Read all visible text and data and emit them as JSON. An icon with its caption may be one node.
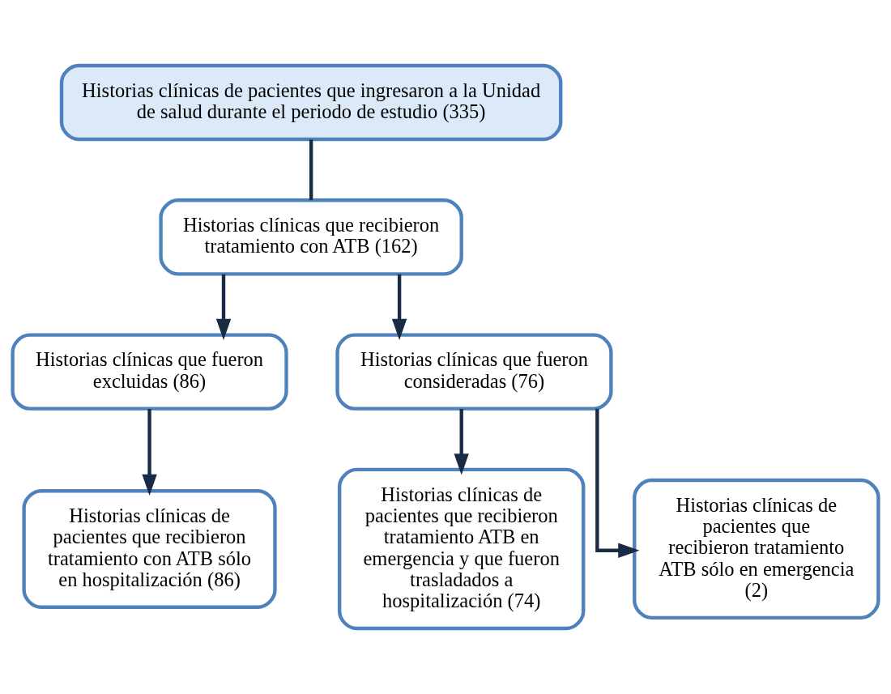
{
  "diagram": {
    "nodes": [
      {
        "text": [
          "Historias clínicas de pacientes que ingresaron a la Unidad de salud durante el periodo de estudio (335)"
        ]
      },
      {
        "text": [
          "Historias clínicas que recibieron tratamiento con ATB (162)"
        ]
      },
      {
        "text": [
          "Historias clínicas que fueron excluidas (86)"
        ]
      },
      {
        "text": [
          "Historias clínicas que fueron consideradas (76)"
        ]
      },
      {
        "text": [
          "Historias clínicas de pacientes que recibieron tratamiento con ATB sólo en hospitalización (86)"
        ]
      },
      {
        "text": [
          "Historias clínicas de pacientes que recibieron tratamiento ATB en emergencia y que fueron trasladados a hospitalización (74)"
        ]
      },
      {
        "text": [
          "Historias clínicas de pacientes que recibieron tratamiento ATB sólo en emergencia (2)"
        ]
      }
    ],
    "edges": [
      {
        "from": 0,
        "to": 1,
        "arrow": "none"
      },
      {
        "from": 1,
        "to": 2,
        "arrow": "to"
      },
      {
        "from": 1,
        "to": 3,
        "arrow": "to"
      },
      {
        "from": 2,
        "to": 4,
        "arrow": "to"
      },
      {
        "from": 3,
        "to": 5,
        "arrow": "to"
      },
      {
        "from": 3,
        "to": 6,
        "arrow": "to"
      }
    ]
  }
}
